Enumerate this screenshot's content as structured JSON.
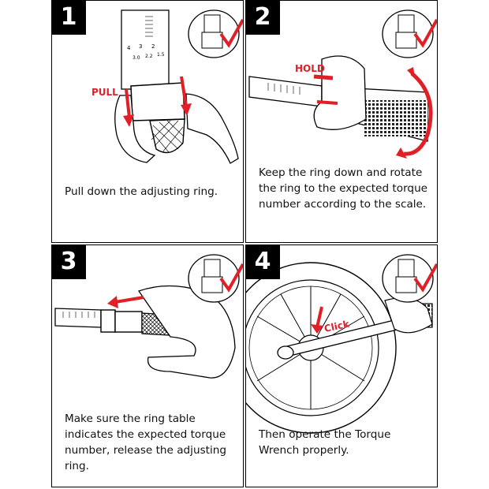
{
  "colors": {
    "accent": "#e11f26",
    "ink": "#111111",
    "badge_bg": "#000000"
  },
  "steps": [
    {
      "number": "1",
      "label": "PULL",
      "caption": "Pull down the adjusting ring.",
      "scale_numbers": [
        "4",
        "3",
        "2",
        "3.0",
        "2.2",
        "1.5"
      ]
    },
    {
      "number": "2",
      "label": "HOLD",
      "caption": "Keep the ring down and rotate the ring to the expected torque number according to the scale."
    },
    {
      "number": "3",
      "caption": "Make sure the ring table indicates the expected torque number, release the adjusting ring."
    },
    {
      "number": "4",
      "label": "Click",
      "caption": "Then operate the Torque Wrench properly."
    }
  ]
}
